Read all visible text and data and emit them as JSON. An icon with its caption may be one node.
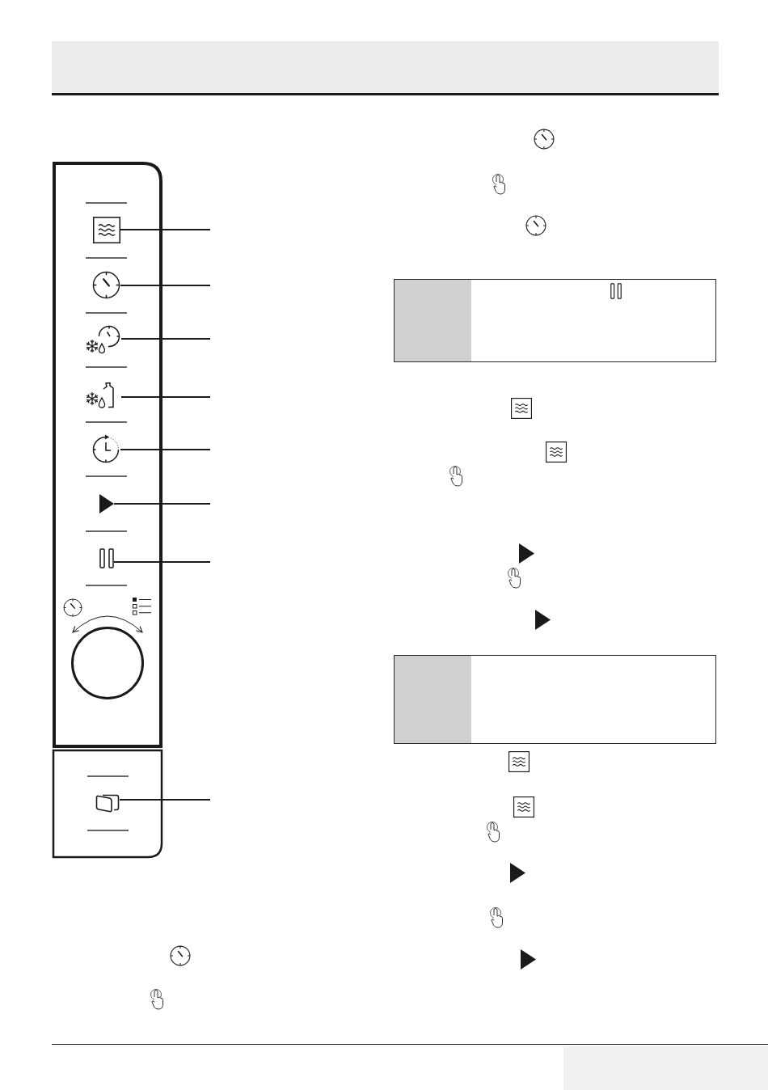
{
  "diagram": {
    "nodes": [
      {
        "text": [],
        "shape": "picture"
      },
      {
        "text": [],
        "shape": "picture"
      },
      {
        "text": [],
        "shape": "picture"
      },
      {
        "text": [],
        "shape": "picture"
      },
      {
        "text": [],
        "shape": "picture"
      },
      {
        "text": [],
        "shape": "picture"
      },
      {
        "text": [],
        "shape": "picture"
      },
      {
        "text": [],
        "shape": "circle"
      },
      {
        "text": [],
        "shape": "picture"
      },
      {
        "text": [],
        "shape": "box"
      },
      {
        "text": [],
        "shape": "box"
      }
    ],
    "edges": [
      {
        "from": null,
        "to": 0,
        "arrow": "none"
      },
      {
        "from": null,
        "to": 1,
        "arrow": "none"
      },
      {
        "from": null,
        "to": 2,
        "arrow": "none"
      },
      {
        "from": null,
        "to": 3,
        "arrow": "none"
      },
      {
        "from": null,
        "to": 4,
        "arrow": "none"
      },
      {
        "from": null,
        "to": 5,
        "arrow": "none"
      },
      {
        "from": null,
        "to": 6,
        "arrow": "none"
      },
      {
        "from": null,
        "to": 8,
        "arrow": "none"
      }
    ]
  }
}
